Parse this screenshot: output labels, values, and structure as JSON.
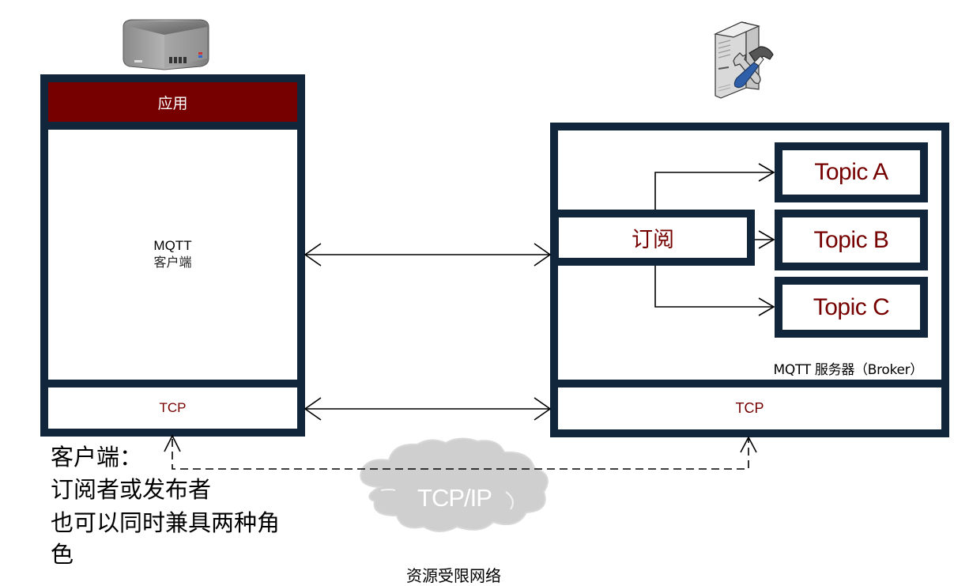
{
  "client": {
    "icon": "client-device-icon",
    "app_label": "应用",
    "mqtt_line1": "MQTT",
    "mqtt_line2": "客户端",
    "tcp_label": "TCP"
  },
  "broker": {
    "icon": "server-tools-icon",
    "subscribe_label": "订阅",
    "topics": [
      "Topic A",
      "Topic B",
      "Topic C"
    ],
    "broker_label": "MQTT 服务器（Broker）",
    "tcp_label": "TCP"
  },
  "network": {
    "cloud_label": "TCP/IP",
    "caption_truncated": "资源受限网络"
  },
  "notes": {
    "line1": "客户端：",
    "line2": "订阅者或发布者",
    "line3": "也可以同时兼具两种角",
    "line4": "色"
  },
  "colors": {
    "navy": "#12263b",
    "dark_red": "#760000",
    "cloud_gray": "#cfcfcf"
  }
}
